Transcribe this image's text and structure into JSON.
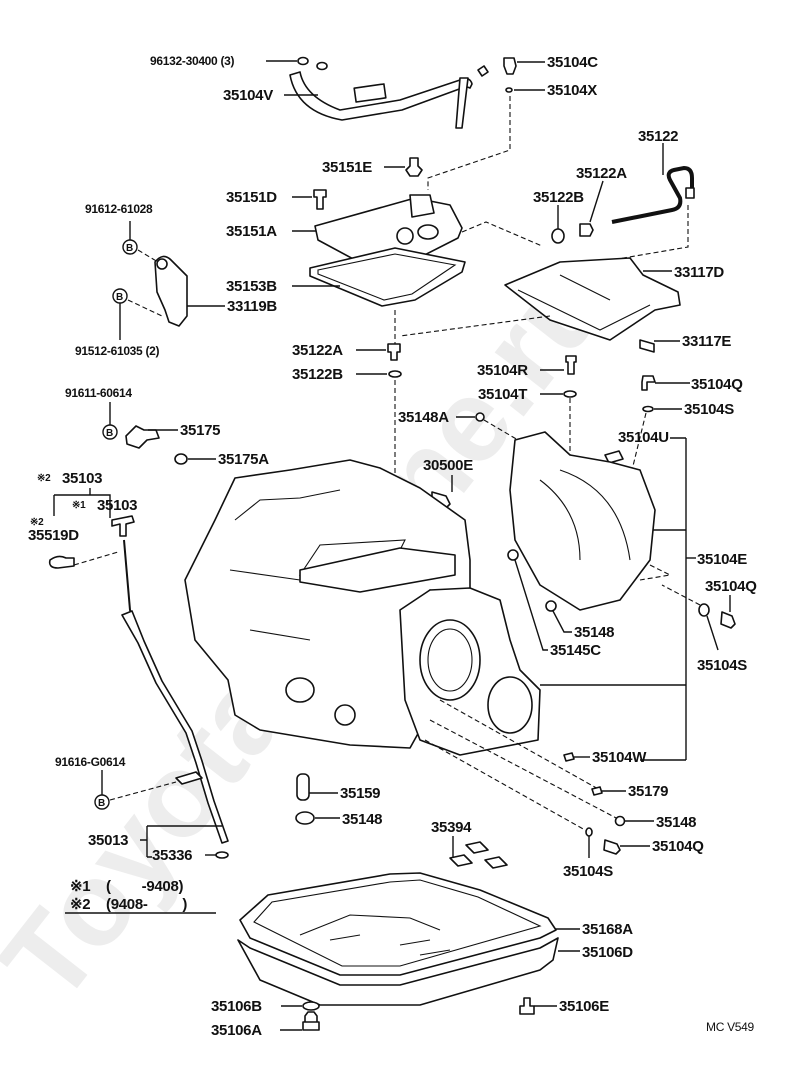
{
  "watermark": "ToyotaOnline.ru",
  "diagram_code": "MC V549",
  "legend": {
    "note1_mark": "※1",
    "note1_range": "(        -9408)",
    "note2_mark": "※2",
    "note2_range": "(9408-         )"
  },
  "callouts": {
    "c96132_30400": "96132-30400 (3)",
    "c35104C": "35104C",
    "c35104V": "35104V",
    "c35104X": "35104X",
    "c35151E": "35151E",
    "c35122": "35122",
    "c35122A_top": "35122A",
    "c35122B_top": "35122B",
    "c35151D": "35151D",
    "c35151A": "35151A",
    "c91612_61028": "91612-61028",
    "c35153B": "35153B",
    "c33117D": "33117D",
    "c33119B": "33119B",
    "c91512_61035": "91512-61035 (2)",
    "c33117E": "33117E",
    "c35122A_mid": "35122A",
    "c35122B_mid": "35122B",
    "c35104R": "35104R",
    "c35104T": "35104T",
    "c91611_60614": "91611-60614",
    "c35104Q_1": "35104Q",
    "c35104S_1": "35104S",
    "c35148A": "35148A",
    "c35175": "35175",
    "c35175A": "35175A",
    "c35104U": "35104U",
    "c30500E": "30500E",
    "c35103_n2_mark": "※2",
    "c35103_n2": "35103",
    "c35103_n1_mark": "※1",
    "c35103_n1": "35103",
    "c35519D_mark": "※2",
    "c35519D": "35519D",
    "c35104E": "35104E",
    "c35104Q_2": "35104Q",
    "c35148_right": "35148",
    "c35145C": "35145C",
    "c35104S_2": "35104S",
    "c35104W": "35104W",
    "c91616_G0614": "91616-G0614",
    "c35159": "35159",
    "c35179": "35179",
    "c35148_low": "35148",
    "c35148_pan": "35148",
    "c35394": "35394",
    "c35104Q_3": "35104Q",
    "c35013": "35013",
    "c35336": "35336",
    "c35104S_3": "35104S",
    "c35168A": "35168A",
    "c35106D": "35106D",
    "c35106B": "35106B",
    "c35106E": "35106E",
    "c35106A": "35106A"
  },
  "bolt_marker": "B"
}
